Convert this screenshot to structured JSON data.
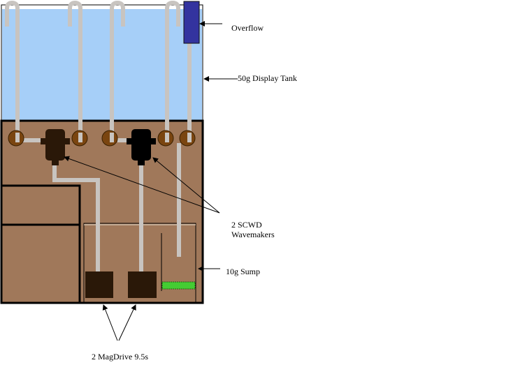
{
  "labels": {
    "overflow": "Overflow",
    "display_tank": "50g Display Tank",
    "wavemakers_line1": "2 SCWD",
    "wavemakers_line2": "Wavemakers",
    "sump": "10g Sump",
    "magdrives": "2 MagDrive 9.5s"
  },
  "colors": {
    "water": "#a6cff8",
    "cabinet": "#a0785a",
    "pipe": "#c8c4c0",
    "bulkhead": "#7a4510",
    "overflow_box": "#33339f",
    "pump": "#2a1808",
    "media": "#44cc33"
  }
}
